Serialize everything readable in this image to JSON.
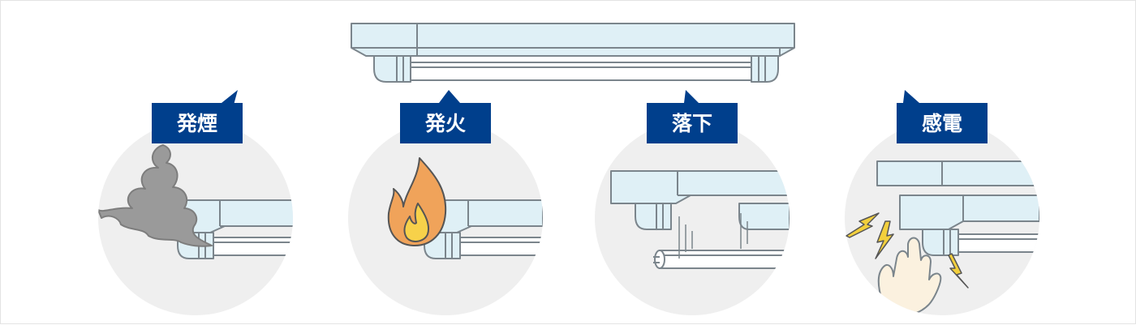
{
  "colors": {
    "label_bg": "#003f8c",
    "circle_bg": "#efefef",
    "fixture_fill": "#dff0f6",
    "fixture_stroke": "#7b858c",
    "tube_fill": "#ffffff",
    "smoke": "#9a9a9a",
    "flame_outer": "#f0a35a",
    "flame_inner": "#f7d14a",
    "spark": "#f2cf3c",
    "hand": "#fbf1df"
  },
  "labels": {
    "smoke": "発煙",
    "fire": "発火",
    "falling": "落下",
    "shock": "感電"
  },
  "icons": {
    "smoke": "smoke-icon",
    "fire": "flame-icon",
    "shock": "lightning-icon",
    "hand": "hand-icon"
  }
}
